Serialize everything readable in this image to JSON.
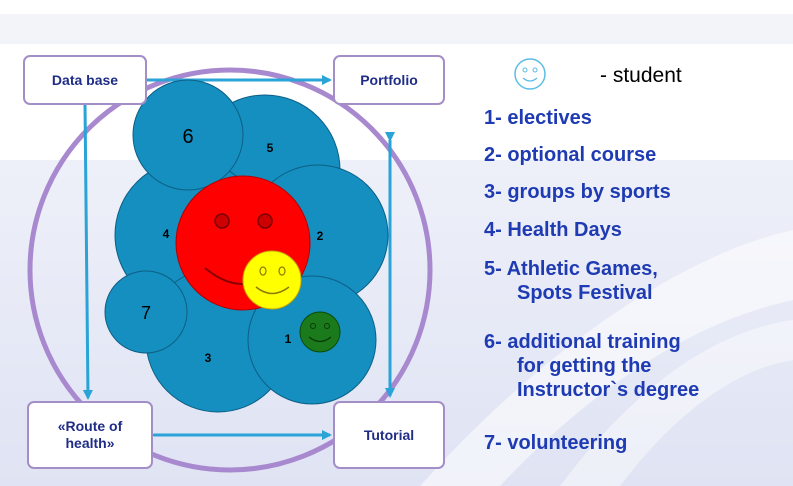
{
  "colors": {
    "circle_blue": "#148fc0",
    "face_red": "#ff0000",
    "face_yellow": "#ffff00",
    "face_green": "#1b7a1b",
    "ring_purple": "#a889cf",
    "box_border": "#a48ec7",
    "arrow": "#2aa3d6",
    "label_navy": "#1f2d86",
    "legend_blue": "#1f3bb3"
  },
  "boxes": {
    "database": "Data base",
    "portfolio": "Portfolio",
    "route_line1": "«Route of",
    "route_line2": "health»",
    "tutorial": "Tutorial"
  },
  "circles": {
    "c1": "1",
    "c2": "2",
    "c3": "3",
    "c4": "4",
    "c5": "5",
    "c6": "6",
    "c7": "7"
  },
  "legend": {
    "student": "- student",
    "items": [
      {
        "line1": "1- electives"
      },
      {
        "line1": "2- optional course"
      },
      {
        "line1": "3- groups  by sports"
      },
      {
        "line1": "4- Health Days"
      },
      {
        "line1": "5-  Athletic Games,",
        "line2": "Spots Festival"
      },
      {
        "line1": "6- additional training",
        "line2": "for getting the",
        "line3": "Instructor`s degree"
      },
      {
        "line1": "7- volunteering"
      }
    ]
  }
}
